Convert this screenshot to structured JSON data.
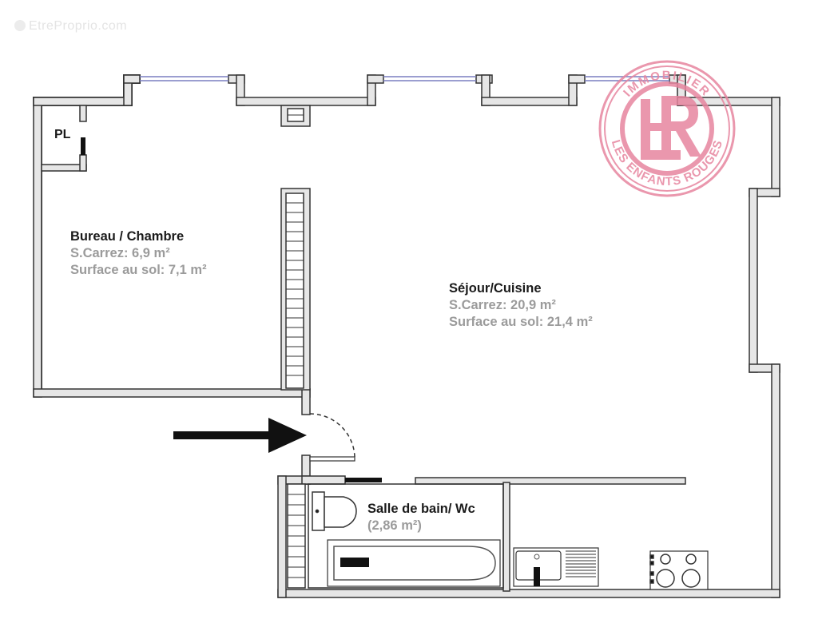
{
  "watermark": {
    "text": "EtreProprio.com"
  },
  "logo": {
    "top_text": "IMMOBILIER",
    "bottom_text": "LES ENFANTS ROUGES",
    "monogram": "LER",
    "color": "#e7859f"
  },
  "rooms": [
    {
      "name": "Bureau / Chambre",
      "carrez": "S.Carrez: 6,9 m²",
      "sol": "Surface au sol: 7,1 m²"
    },
    {
      "name": "Séjour/Cuisine",
      "carrez": "S.Carrez: 20,9 m²",
      "sol": "Surface au sol: 21,4 m²"
    },
    {
      "name": "Salle de bain/ Wc",
      "area": "(2,86 m²)"
    }
  ],
  "closet": {
    "label": "PL"
  },
  "entrance": {
    "icon": "entrance-arrow"
  },
  "colors": {
    "wall_fill": "#e6e6e6",
    "wall_stroke": "#333333",
    "window": "#7a7fc0",
    "label_gray": "#9b9b9b"
  }
}
